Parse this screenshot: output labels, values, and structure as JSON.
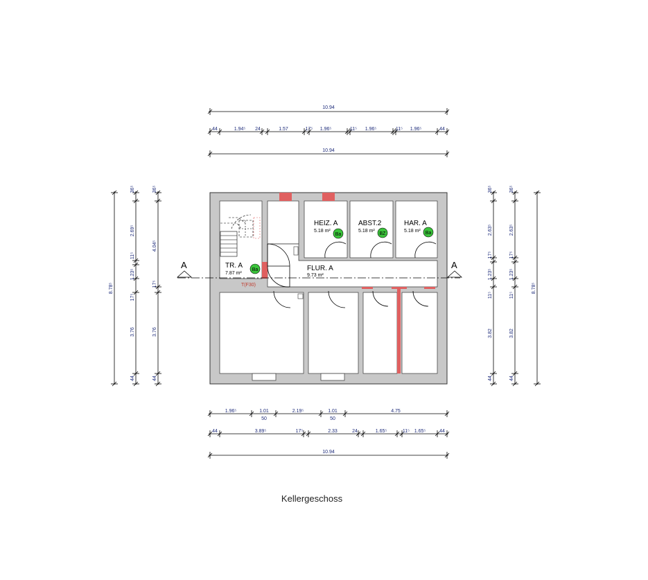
{
  "floor_label": "Kellergeschoss",
  "section_marks": {
    "left": "A",
    "right": "A"
  },
  "dim_top": {
    "overall": "10.94",
    "chain": [
      "44",
      "1.94⁵",
      "24",
      "1.57",
      "17⁵",
      "1.96⁵",
      "11⁵",
      "1.96⁵",
      "11⁵",
      "1.96⁵",
      "44"
    ],
    "overall_2": "10.94"
  },
  "dim_bottom": {
    "chain_1": [
      "1.96⁵",
      "1.01",
      "2.19⁵",
      "1.01",
      "4.75"
    ],
    "sub_1": [
      "50",
      "50"
    ],
    "chain_2": [
      "44",
      "3.89⁵",
      "17⁵",
      "2.33",
      "24",
      "1.65⁵",
      "11⁵",
      "1.65⁵",
      "44"
    ],
    "overall": "10.94"
  },
  "dim_left": {
    "overall": "8.78⁵",
    "chain_a": [
      "36⁵",
      "2.69⁵",
      "11⁵",
      "1.23⁵",
      "17⁵",
      "3.76",
      "44"
    ],
    "chain_b": [
      "36⁵",
      "4.04⁵",
      "17⁵",
      "3.76",
      "44"
    ]
  },
  "dim_right": {
    "chain_a": [
      "36⁵",
      "2.63⁵",
      "17⁵",
      "1.23⁵",
      "11⁵",
      "3.82",
      "44"
    ],
    "chain_b": [
      "36⁵",
      "2.63⁵",
      "17⁵",
      "1.23⁵",
      "11⁵",
      "3.82",
      "44"
    ],
    "overall": "8.78⁵"
  },
  "rooms": [
    {
      "name": "HEIZ. A",
      "area": "5.18 m²",
      "badge": "Ba"
    },
    {
      "name": "ABST.2",
      "area": "5.18 m²",
      "badge": "BZ"
    },
    {
      "name": "HAR. A",
      "area": "5.18 m²",
      "badge": "Ba"
    },
    {
      "name": "TR. A",
      "area": "7.87 m²",
      "badge": "Ba"
    },
    {
      "name": "FLUR. A",
      "area": "9.73 m²"
    }
  ],
  "door_label": "T(F30)",
  "colors": {
    "wall": "#c8c8c8",
    "room": "#ffffff",
    "red_wall": "#e06060",
    "dim": "#1d2b7a",
    "badge": "#3bc43b"
  }
}
